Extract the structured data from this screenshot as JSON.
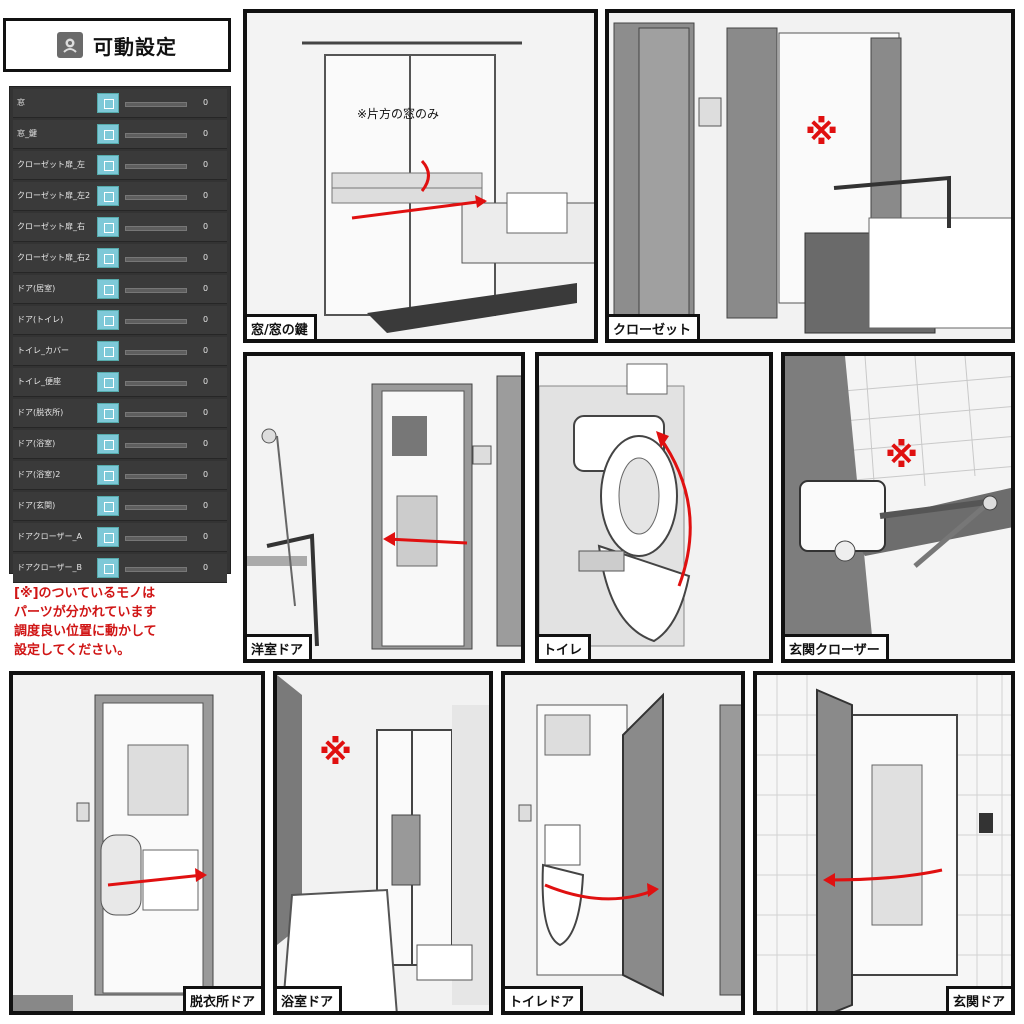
{
  "header": {
    "title": "可動設定",
    "icon": "camera-icon"
  },
  "sliders": [
    {
      "label": "窓",
      "value": "0"
    },
    {
      "label": "窓_鍵",
      "value": "0"
    },
    {
      "label": "クローゼット扉_左",
      "value": "0"
    },
    {
      "label": "クローゼット扉_左2",
      "value": "0"
    },
    {
      "label": "クローゼット扉_右",
      "value": "0"
    },
    {
      "label": "クローゼット扉_右2",
      "value": "0"
    },
    {
      "label": "ドア(居室)",
      "value": "0"
    },
    {
      "label": "ドア(トイレ)",
      "value": "0"
    },
    {
      "label": "トイレ_カバー",
      "value": "0"
    },
    {
      "label": "トイレ_便座",
      "value": "0"
    },
    {
      "label": "ドア(脱衣所)",
      "value": "0"
    },
    {
      "label": "ドア(浴室)",
      "value": "0"
    },
    {
      "label": "ドア(浴室)2",
      "value": "0"
    },
    {
      "label": "ドア(玄関)",
      "value": "0"
    },
    {
      "label": "ドアクローザー_A",
      "value": "0"
    },
    {
      "label": "ドアクローザー_B",
      "value": "0"
    }
  ],
  "note": "[※]のついているモノは\nパーツが分かれています\n調度良い位置に動かして\n設定してください。",
  "scenes": {
    "window": {
      "caption": "窓/窓の鍵",
      "note": "※片方の窓のみ"
    },
    "closet": {
      "caption": "クローゼット",
      "mark": "※"
    },
    "western_door": {
      "caption": "洋室ドア"
    },
    "toilet": {
      "caption": "トイレ"
    },
    "entrance_closer": {
      "caption": "玄関クローザー",
      "mark": "※"
    },
    "dressing_door": {
      "caption": "脱衣所ドア"
    },
    "bath_door": {
      "caption": "浴室ドア",
      "mark": "※"
    },
    "toilet_door": {
      "caption": "トイレドア"
    },
    "entrance_door": {
      "caption": "玄関ドア"
    }
  },
  "colors": {
    "accent_red": "#e01010",
    "slider_icon": "#7ec9d8",
    "panel_bg": "#333333"
  }
}
